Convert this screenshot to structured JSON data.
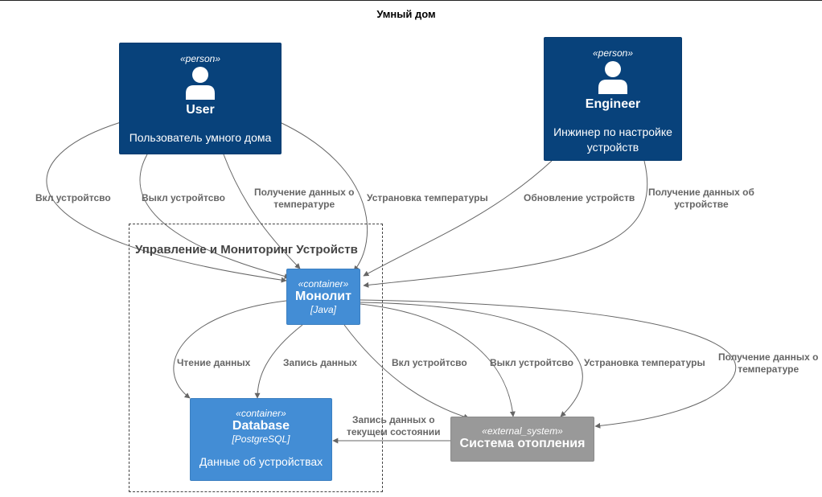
{
  "title": "Умный дом",
  "boundary": {
    "label": "Управление и Мониторинг Устройств"
  },
  "nodes": {
    "user": {
      "stereotype": "«person»",
      "name": "User",
      "description": "Пользователь умного дома"
    },
    "engineer": {
      "stereotype": "«person»",
      "name": "Engineer",
      "description_line1": "Инжинер по настройке",
      "description_line2": "устройств"
    },
    "monolith": {
      "stereotype": "«container»",
      "name": "Монолит",
      "technology": "[Java]"
    },
    "database": {
      "stereotype": "«container»",
      "name": "Database",
      "technology": "[PostgreSQL]",
      "description": "Данные об устройствах"
    },
    "heating": {
      "stereotype": "«external_system»",
      "name": "Система отопления"
    }
  },
  "edges": {
    "user_on": "Вкл устройтсво",
    "user_off": "Выкл устройтсво",
    "user_temp_l1": "Получение данных о",
    "user_temp_l2": "температуре",
    "user_set": "Устрановка температуры",
    "eng_update": "Обновление устройств",
    "eng_get_l1": "Получение данных об",
    "eng_get_l2": "устройстве",
    "mono_read": "Чтение данных",
    "mono_write": "Запись данных",
    "mono_on": "Вкл устройтсво",
    "mono_off": "Выкл устройтсво",
    "mono_set": "Устрановка температуры",
    "mono_temp_l1": "Получение данных о",
    "mono_temp_l2": "температуре",
    "heat_write_l1": "Запись данных о",
    "heat_write_l2": "текущем состоянии"
  },
  "colors": {
    "person": "#08427b",
    "container": "#438dd5",
    "external": "#999999",
    "edge": "#666666"
  }
}
